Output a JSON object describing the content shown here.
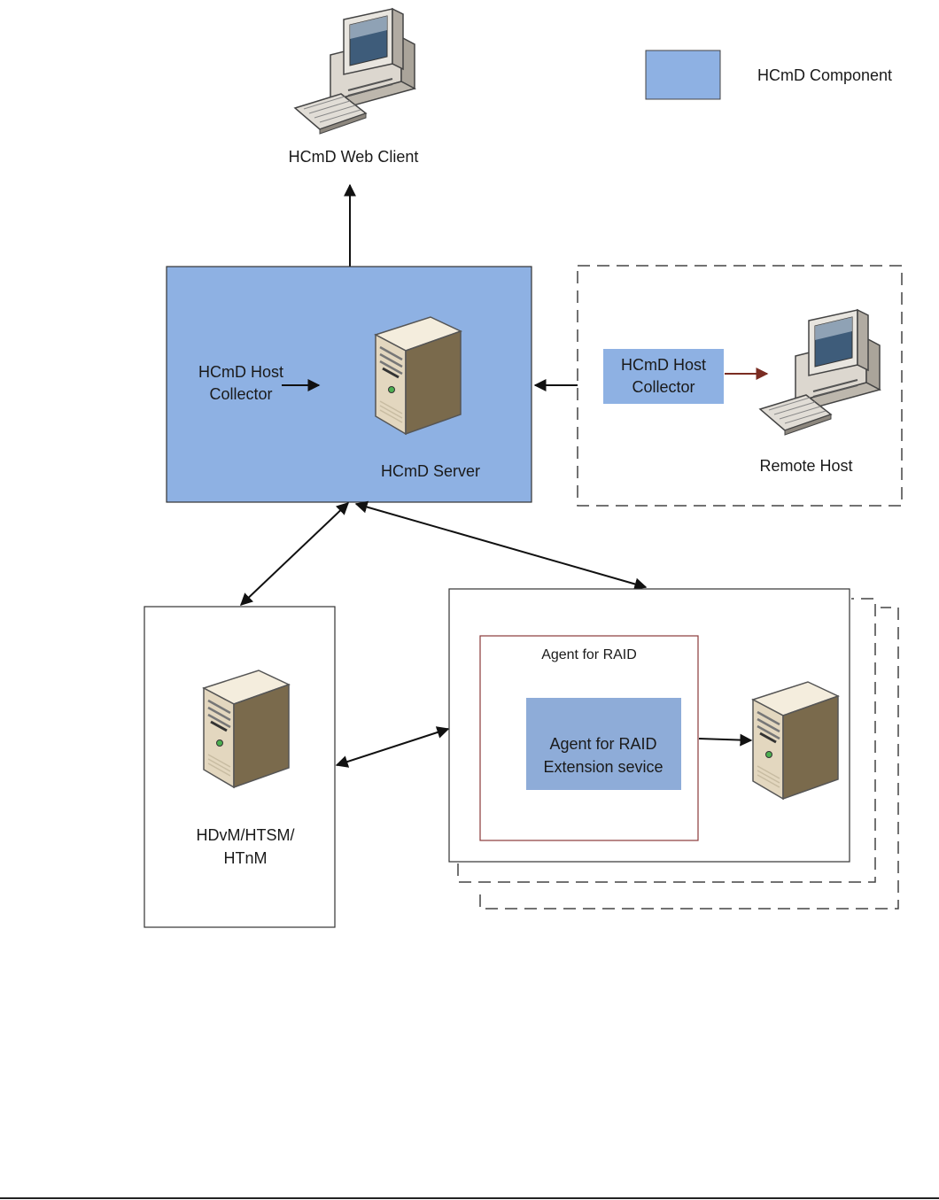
{
  "legend": {
    "label": "HCmD Component",
    "swatch_color": "#8eb1e3"
  },
  "web_client": {
    "label": "HCmD Web Client",
    "icon": "desktop-computer-icon"
  },
  "server": {
    "label": "HCmD Server",
    "collector_line1": "HCmD Host",
    "collector_line2": "Collector",
    "fill_color": "#8eb1e3",
    "icon": "server-tower-icon"
  },
  "remote_host": {
    "label": "Remote Host",
    "collector_line1": "HCmD Host",
    "collector_line2": "Collector",
    "icon": "desktop-computer-icon"
  },
  "storage_manager": {
    "line1": "HDvM/HTSM/",
    "line2": "HTnM",
    "icon": "server-tower-icon"
  },
  "agent": {
    "title": "Agent for RAID",
    "ext_line1": "Agent for RAID",
    "ext_line2": "Extension sevice",
    "ext_fill_color": "#8eacd8",
    "icon": "server-tower-icon"
  },
  "colors": {
    "arrow": "#111111",
    "remote_arrow": "#7a2c22",
    "agent_border": "#8a3a3a"
  }
}
